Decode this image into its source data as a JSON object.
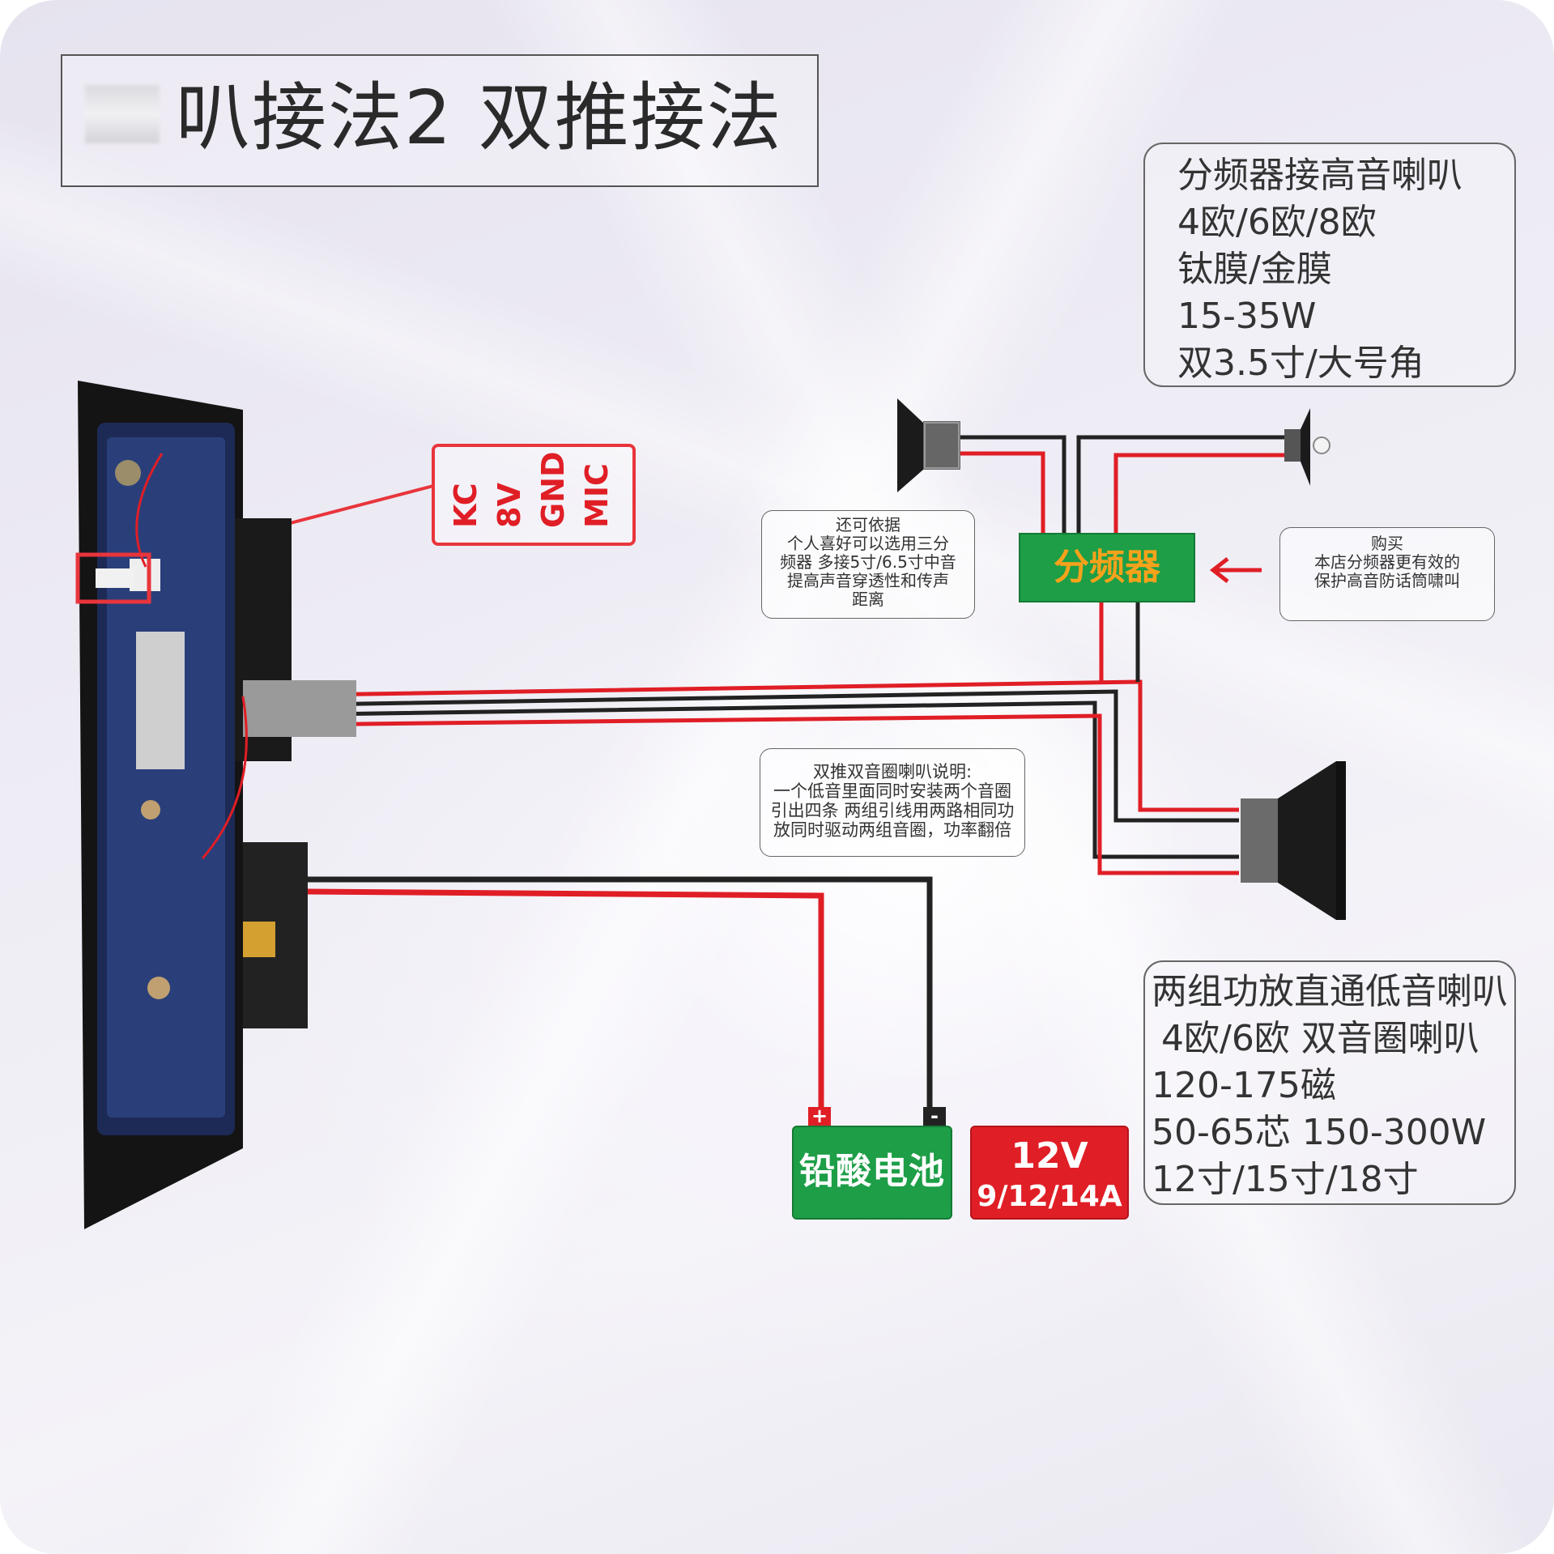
{
  "title": "叭接法2 双推接法",
  "tweeter_spec": {
    "lines": [
      "分频器接高音喇叭",
      "4欧/6欧/8欧",
      "钛膜/金膜",
      "15-35W",
      "双3.5寸/大号角"
    ]
  },
  "woofer_spec": {
    "lines": [
      "两组功放直通低音喇叭",
      "4欧/6欧 双音圈喇叭",
      "120-175磁",
      "50-65芯 150-300W",
      "12寸/15寸/18寸"
    ]
  },
  "pin_label": {
    "pins": [
      "KC",
      "8V",
      "GND",
      "MIC"
    ]
  },
  "crossover_label": "分频器",
  "note_3way": {
    "lines": [
      "还可依据",
      "个人喜好可以选用三分",
      "频器 多接5寸/6.5寸中音",
      "提高声音穿透性和传声",
      "距离"
    ]
  },
  "note_buy": {
    "lines": [
      "购买",
      "本店分频器更有效的",
      "保护高音防话筒啸叫"
    ]
  },
  "note_dvc": {
    "lines": [
      "双推双音圈喇叭说明:",
      "一个低音里面同时安装两个音圈",
      "引出四条 两组引线用两路相同功",
      "放同时驱动两组音圈，功率翻倍"
    ]
  },
  "battery": {
    "label": "铅酸电池",
    "pos": "+",
    "neg": "-"
  },
  "supply": {
    "voltage": "12V",
    "current": "9/12/14A"
  },
  "colors": {
    "wire_red": "#e01e26",
    "wire_black": "#222222",
    "green": "#1d9e47",
    "crossover_text": "#f7a21b"
  }
}
